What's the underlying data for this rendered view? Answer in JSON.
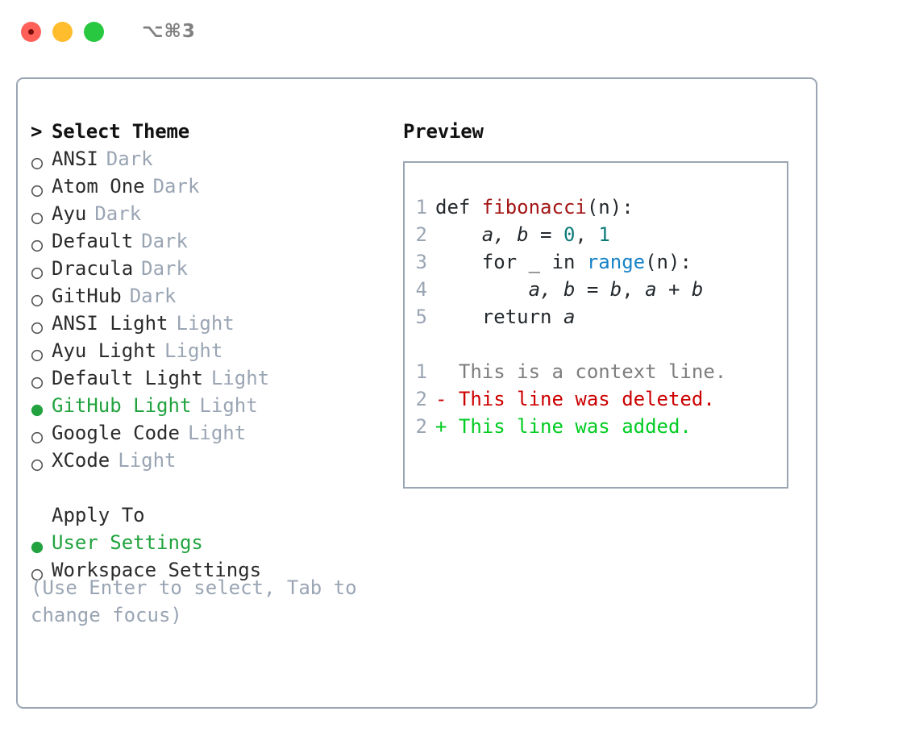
{
  "titlebar": {
    "shortcut": "⌥⌘3",
    "lights": [
      "close-red",
      "minimize-yellow",
      "zoom-green"
    ]
  },
  "theme_panel": {
    "header": {
      "marker": ">",
      "label": "Select Theme"
    },
    "items": [
      {
        "marker": "○",
        "label": "ANSI",
        "tag": "Dark",
        "selected": false
      },
      {
        "marker": "○",
        "label": "Atom One",
        "tag": "Dark",
        "selected": false
      },
      {
        "marker": "○",
        "label": "Ayu",
        "tag": "Dark",
        "selected": false
      },
      {
        "marker": "○",
        "label": "Default",
        "tag": "Dark",
        "selected": false
      },
      {
        "marker": "○",
        "label": "Dracula",
        "tag": "Dark",
        "selected": false
      },
      {
        "marker": "○",
        "label": "GitHub",
        "tag": "Dark",
        "selected": false
      },
      {
        "marker": "○",
        "label": "ANSI Light",
        "tag": "Light",
        "selected": false
      },
      {
        "marker": "○",
        "label": "Ayu Light",
        "tag": "Light",
        "selected": false
      },
      {
        "marker": "○",
        "label": "Default Light",
        "tag": "Light",
        "selected": false
      },
      {
        "marker": "●",
        "label": "GitHub Light",
        "tag": "Light",
        "selected": true
      },
      {
        "marker": "○",
        "label": "Google Code",
        "tag": "Light",
        "selected": false
      },
      {
        "marker": "○",
        "label": "XCode",
        "tag": "Light",
        "selected": false
      }
    ],
    "apply_to": {
      "header": "Apply To",
      "options": [
        {
          "marker": "●",
          "label": "User Settings",
          "selected": true
        },
        {
          "marker": "○",
          "label": "Workspace Settings",
          "selected": false
        }
      ]
    },
    "hint": "(Use Enter to select, Tab to change focus)"
  },
  "preview": {
    "title": "Preview",
    "code_lines": [
      {
        "no": "1",
        "segments": [
          {
            "text": "def ",
            "kind": "kw"
          },
          {
            "text": "fibonacci",
            "kind": "fn"
          },
          {
            "text": "(n):",
            "kind": "punc"
          }
        ]
      },
      {
        "no": "2",
        "segments": [
          {
            "text": "    ",
            "kind": "punc"
          },
          {
            "text": "a, b",
            "kind": "var"
          },
          {
            "text": " = ",
            "kind": "punc"
          },
          {
            "text": "0",
            "kind": "num"
          },
          {
            "text": ", ",
            "kind": "punc"
          },
          {
            "text": "1",
            "kind": "num"
          }
        ]
      },
      {
        "no": "3",
        "segments": [
          {
            "text": "    for _ in ",
            "kind": "kw"
          },
          {
            "text": "range",
            "kind": "bi"
          },
          {
            "text": "(n):",
            "kind": "punc"
          }
        ]
      },
      {
        "no": "4",
        "segments": [
          {
            "text": "        ",
            "kind": "punc"
          },
          {
            "text": "a, b",
            "kind": "var"
          },
          {
            "text": " = ",
            "kind": "punc"
          },
          {
            "text": "b",
            "kind": "var"
          },
          {
            "text": ", ",
            "kind": "punc"
          },
          {
            "text": "a",
            "kind": "var"
          },
          {
            "text": " + ",
            "kind": "punc"
          },
          {
            "text": "b",
            "kind": "var"
          }
        ]
      },
      {
        "no": "5",
        "segments": [
          {
            "text": "    return ",
            "kind": "kw"
          },
          {
            "text": "a",
            "kind": "var"
          }
        ]
      }
    ],
    "diff_lines": [
      {
        "no": "1",
        "text": "  This is a context line.",
        "kind": "ctx"
      },
      {
        "no": "2",
        "text": "- This line was deleted.",
        "kind": "del"
      },
      {
        "no": "2",
        "text": "+ This line was added.",
        "kind": "add"
      }
    ]
  },
  "colors": {
    "accent_green": "#22a33f",
    "muted": "#9aa5b4",
    "border": "#9aa5b4",
    "text": "#2b2b2b",
    "diff_delete": "#cc0000",
    "diff_add": "#00cc22",
    "code_function": "#a31515",
    "code_number": "#0d7a7a",
    "code_builtin": "#1783c7",
    "light_red": "#ff6159",
    "light_yellow": "#ffbd2e",
    "light_green": "#28c840"
  }
}
